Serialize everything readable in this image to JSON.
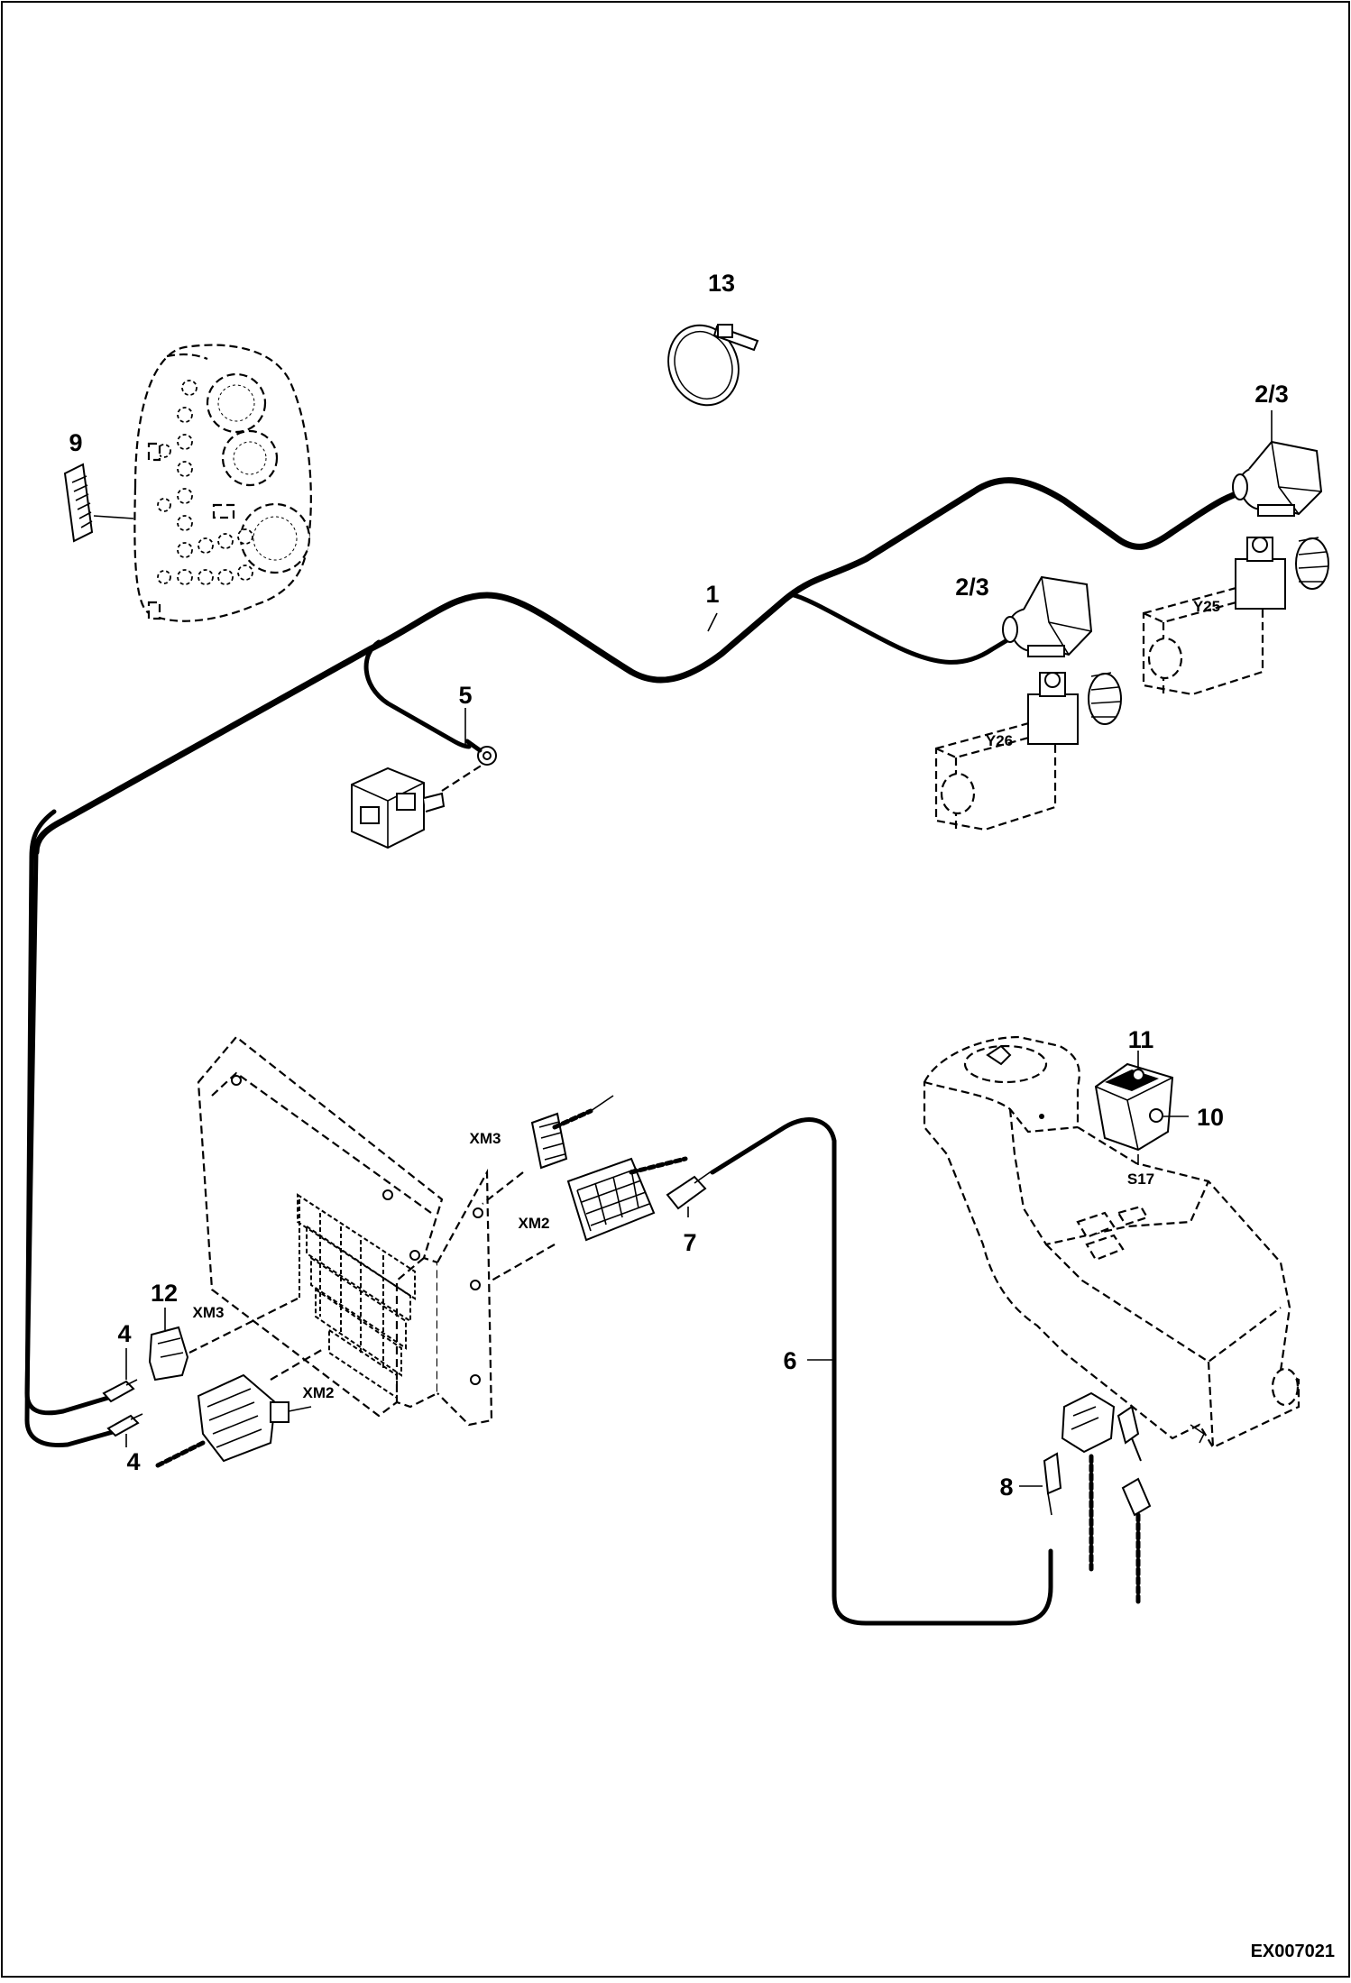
{
  "diagram": {
    "callouts": {
      "c1": "1",
      "c2_3_upper": "2/3",
      "c2_3_lower": "2/3",
      "c4_upper": "4",
      "c4_lower": "4",
      "c5": "5",
      "c6": "6",
      "c7": "7",
      "c8": "8",
      "c9": "9",
      "c10": "10",
      "c11": "11",
      "c12": "12",
      "c13": "13"
    },
    "references": {
      "y25": "Y25",
      "y26": "Y26",
      "s17": "S17",
      "xm3_panel": "XM3",
      "xm2_panel": "XM2",
      "xm3_left": "XM3",
      "xm2_left": "XM2"
    },
    "document_id": "EX007021"
  }
}
